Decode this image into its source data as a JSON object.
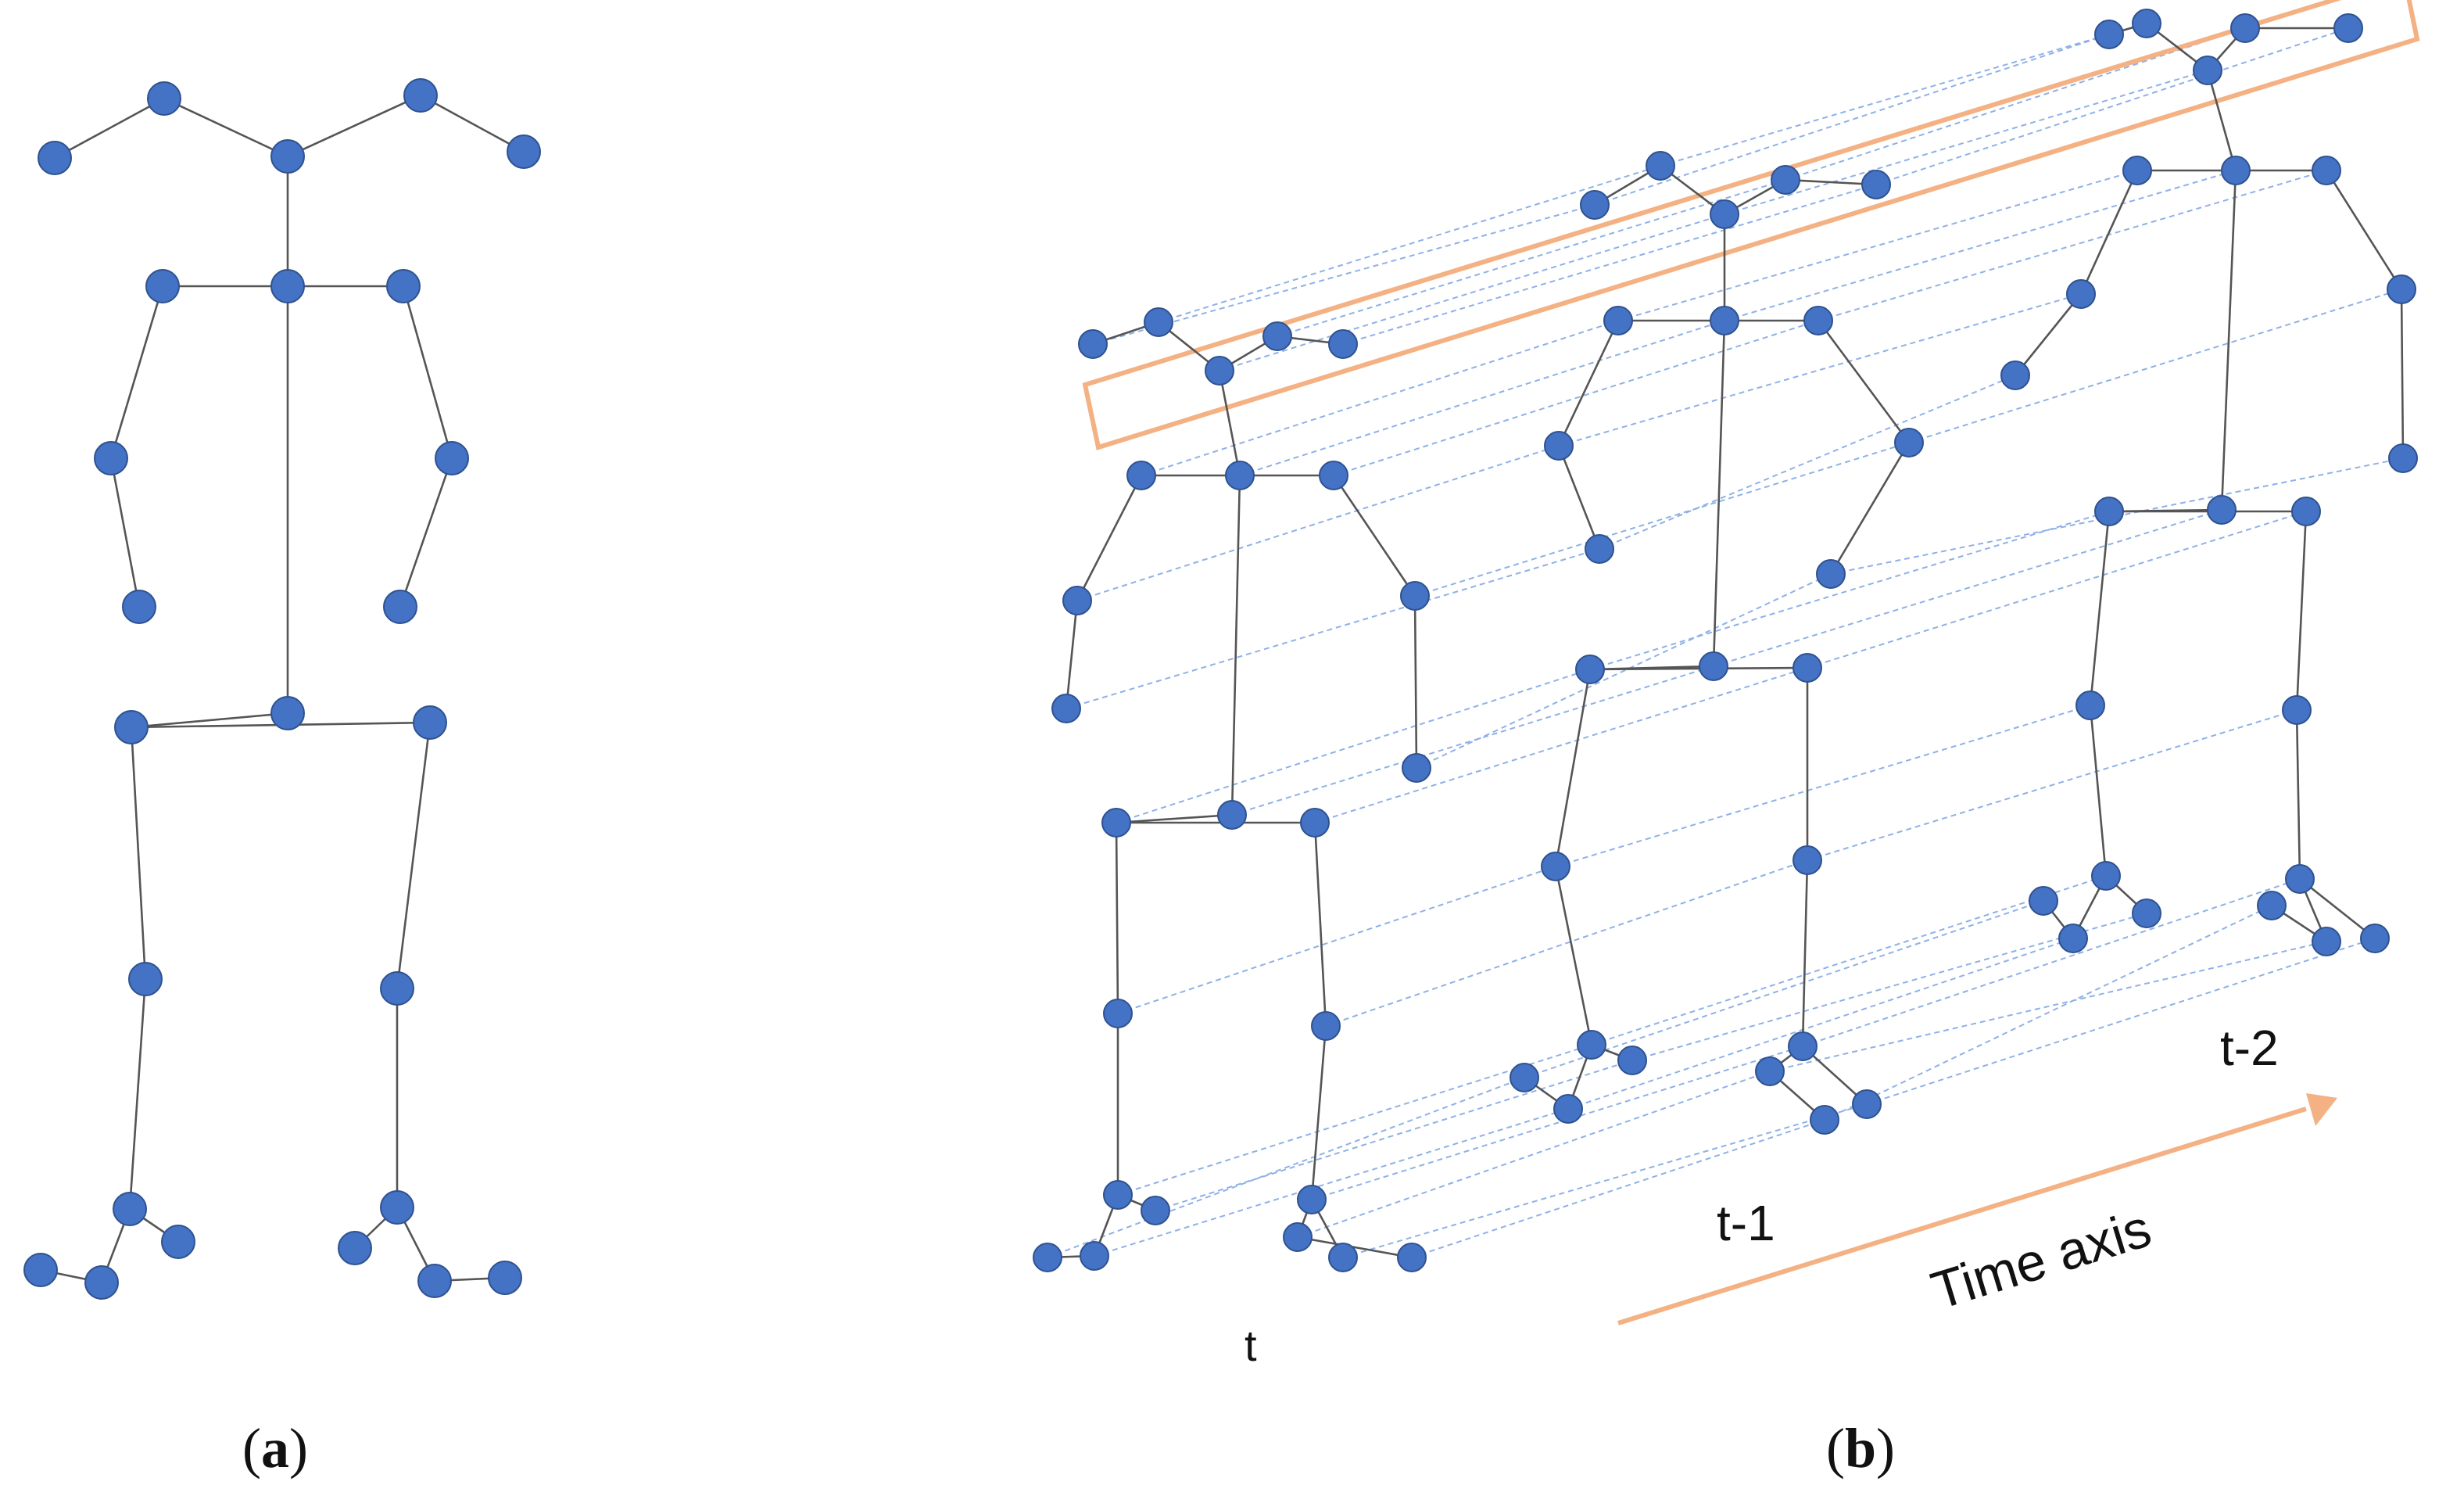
{
  "colors": {
    "joint_fill": "#4472c4",
    "joint_stroke": "#2f528f",
    "bone": "#555555",
    "temporal_link": "#8fb1e6",
    "accent": "#f4b183"
  },
  "panel_a": {
    "caption_open": "(",
    "caption_letter": "a",
    "caption_close": ")"
  },
  "panel_b": {
    "caption_open": "(",
    "caption_letter": "b",
    "caption_close": ")",
    "frame_label_t": "t",
    "frame_label_t1": "t-1",
    "frame_label_t2": "t-2",
    "axis_label": "Time axis"
  }
}
